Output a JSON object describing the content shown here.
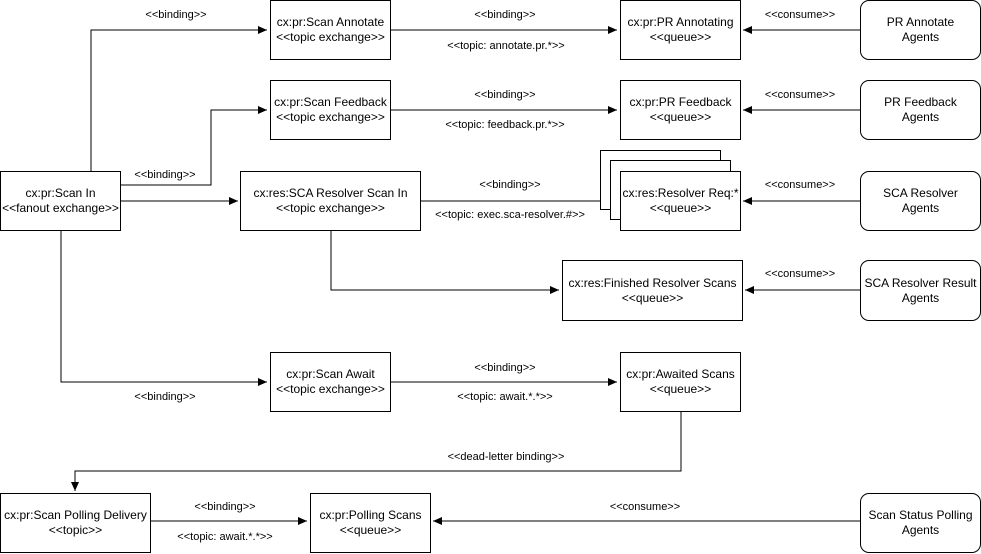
{
  "nodes": {
    "scan_in": {
      "line1": "cx:pr:Scan In",
      "line2": "<<fanout exchange>>"
    },
    "scan_annotate": {
      "line1": "cx:pr:Scan Annotate",
      "line2": "<<topic exchange>>"
    },
    "pr_annotating": {
      "line1": "cx:pr:PR Annotating",
      "line2": "<<queue>>"
    },
    "pr_annotate_agents": {
      "line1": "PR Annotate",
      "line2": "Agents"
    },
    "scan_feedback": {
      "line1": "cx:pr:Scan Feedback",
      "line2": "<<topic exchange>>"
    },
    "pr_feedback": {
      "line1": "cx:pr:PR Feedback",
      "line2": "<<queue>>"
    },
    "pr_feedback_agents": {
      "line1": "PR Feedback",
      "line2": "Agents"
    },
    "sca_resolver_scan_in": {
      "line1": "cx:res:SCA Resolver Scan In",
      "line2": "<<topic exchange>>"
    },
    "resolver_req": {
      "line1": "cx:res:Resolver Req:*",
      "line2": "<<queue>>"
    },
    "sca_resolver_agents": {
      "line1": "SCA Resolver",
      "line2": "Agents"
    },
    "finished_resolver_scans": {
      "line1": "cx:res:Finished Resolver Scans",
      "line2": "<<queue>>"
    },
    "sca_resolver_result_agents": {
      "line1": "SCA Resolver Result",
      "line2": "Agents"
    },
    "scan_await": {
      "line1": "cx:pr:Scan Await",
      "line2": "<<topic exchange>>"
    },
    "awaited_scans": {
      "line1": "cx:pr:Awaited Scans",
      "line2": "<<queue>>"
    },
    "scan_polling_delivery": {
      "line1": "cx:pr:Scan Polling Delivery",
      "line2": "<<topic>>"
    },
    "polling_scans": {
      "line1": "cx:pr:Polling Scans",
      "line2": "<<queue>>"
    },
    "scan_status_polling_agents": {
      "line1": "Scan Status Polling",
      "line2": "Agents"
    }
  },
  "edge_labels": {
    "annotate_binding": "<<binding>>",
    "annotate_queue_binding": "<<binding>>",
    "annotate_topic": "<<topic: annotate.pr.*>>",
    "annotate_consume": "<<consume>>",
    "feedback_binding": "<<binding>>",
    "feedback_queue_binding": "<<binding>>",
    "feedback_topic": "<<topic: feedback.pr.*>>",
    "feedback_consume": "<<consume>>",
    "resolver_queue_binding": "<<binding>>",
    "resolver_topic": "<<topic: exec.sca-resolver.#>>",
    "resolver_consume": "<<consume>>",
    "finished_consume": "<<consume>>",
    "await_binding": "<<binding>>",
    "await_queue_binding": "<<binding>>",
    "await_topic": "<<topic: await.*.*>>",
    "dead_letter_binding": "<<dead-letter binding>>",
    "polling_binding": "<<binding>>",
    "polling_topic": "<<topic: await.*.*>>",
    "polling_consume": "<<consume>>"
  },
  "colors": {
    "stroke": "#000000",
    "background": "#ffffff",
    "text": "#000000"
  }
}
